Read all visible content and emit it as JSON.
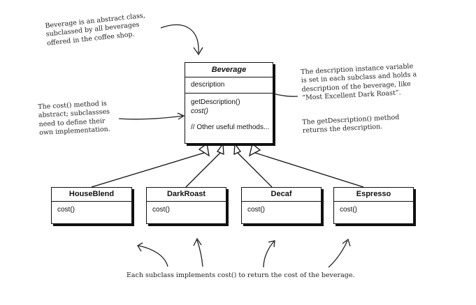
{
  "diagram": {
    "superclass": {
      "name": "Beverage",
      "fields": [
        "description"
      ],
      "methods": [
        "getDescription()",
        "cost()",
        "// Other useful methods..."
      ]
    },
    "subclasses": [
      {
        "name": "HouseBlend",
        "methods": [
          "cost()"
        ]
      },
      {
        "name": "DarkRoast",
        "methods": [
          "cost()"
        ]
      },
      {
        "name": "Decaf",
        "methods": [
          "cost()"
        ]
      },
      {
        "name": "Espresso",
        "methods": [
          "cost()"
        ]
      }
    ]
  },
  "notes": {
    "abstract_class": [
      "Beverage is an abstract class,",
      "subclassed by all beverages",
      "offered in the coffee shop."
    ],
    "cost_abstract": [
      "The cost() method is",
      "abstract; subclassses",
      "need to define their",
      "own implementation."
    ],
    "description_var": [
      "The description instance variable",
      "is set in each subclass and holds a",
      "description of the beverage, like",
      "“Most Excellent Dark Roast”."
    ],
    "get_description": [
      "The getDescription() method",
      "returns the description."
    ],
    "bottom": "Each subclass implements cost() to return the cost of the beverage."
  },
  "colors": {
    "line": "#111111",
    "background": "#ffffff"
  }
}
